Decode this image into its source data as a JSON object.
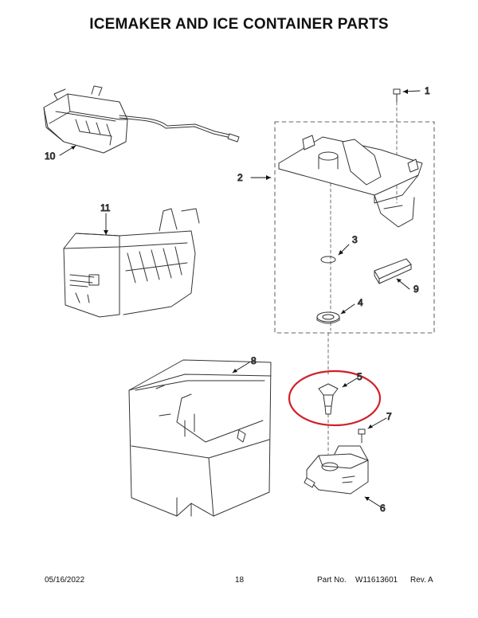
{
  "page": {
    "title": "ICEMAKER AND ICE CONTAINER PARTS",
    "footer": {
      "date": "05/16/2022",
      "page_number": "18",
      "part_label": "Part No.",
      "part_number": "W11613601",
      "revision": "Rev. A"
    }
  },
  "callouts": [
    "1",
    "2",
    "3",
    "4",
    "5",
    "6",
    "7",
    "8",
    "9",
    "10",
    "11"
  ],
  "highlight": {
    "target_part": "5",
    "color": "#d0202a"
  }
}
